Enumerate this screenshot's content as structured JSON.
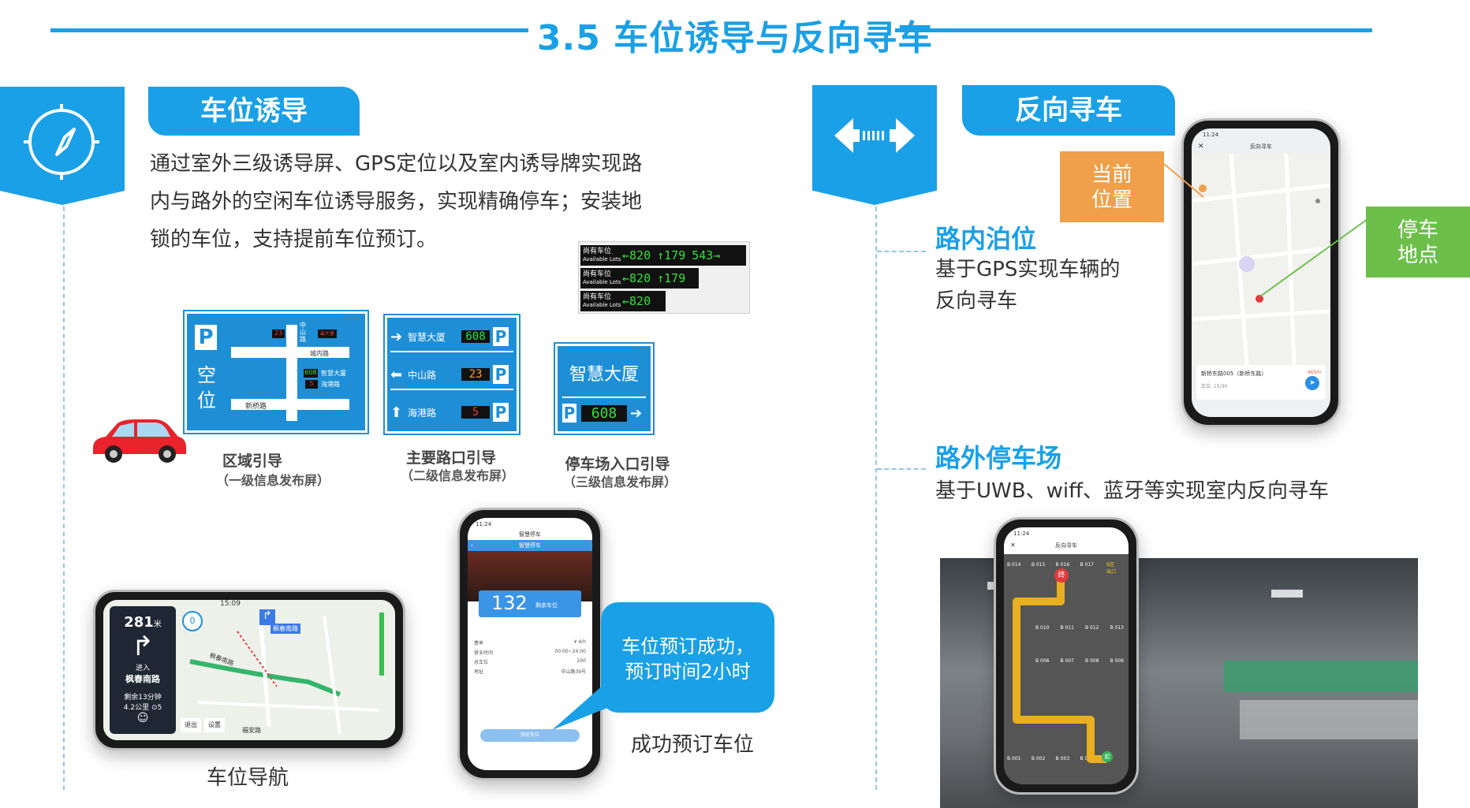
{
  "page_title": "3.5 车位诱导与反向寻车",
  "left": {
    "tag": "车位诱导",
    "desc_lines": [
      "通过室外三级诱导屏、GPS定位以及室内诱导牌实现路",
      "内与路外的空闲车位诱导服务，实现精确停车；安装地",
      "锁的车位，支持提前车位预订。"
    ],
    "led_screen": {
      "label_cn": "尚有车位",
      "label_en": "Available Lots",
      "rows": [
        [
          "←820",
          "↑179",
          "543→"
        ],
        [
          "←820",
          "↑179"
        ],
        [
          "←820"
        ]
      ]
    },
    "sign1": {
      "p": "P",
      "vertical": "空\n位",
      "zhongshan": "中\n山\n路",
      "num23": "23",
      "led_red": "最大量",
      "chengnan": "城内路",
      "zhihui": "智慧大厦",
      "num608": "608",
      "haigang": "海港路",
      "num5": "5",
      "xinqiao": "新桥路"
    },
    "sign2": {
      "rows": [
        {
          "arrow": "➔",
          "name": "智慧大厦",
          "num": "608",
          "p": "P"
        },
        {
          "arrow": "⬅",
          "name": "中山路",
          "num": "23",
          "p": "P"
        },
        {
          "arrow": "⬆",
          "name": "海港路",
          "num": "5",
          "p": "P"
        }
      ]
    },
    "sign3": {
      "name": "智慧大厦",
      "p": "P",
      "num": "608",
      "arrow": "➔"
    },
    "captions": [
      {
        "title": "区域引导",
        "sub": "（一级信息发布屏）"
      },
      {
        "title": "主要路口引导",
        "sub": "（二级信息发布屏）"
      },
      {
        "title": "停车场入口引导",
        "sub": "（三级信息发布屏）"
      }
    ],
    "nav_phone": {
      "time": "15:09",
      "distance": "281",
      "unit": "米",
      "enter": "进入",
      "road": "枫春南路",
      "remain": "剩余13分钟",
      "remain2": "4.2公里 ⊙5",
      "speed": "0",
      "exit": "退出",
      "settings": "设置",
      "map_road": "枫春南路",
      "map_label": "福安路",
      "poi": "枫春南路"
    },
    "nav_caption": "车位导航",
    "booking_phone": {
      "time": "11:24",
      "app": "智慧停车",
      "back": "‹",
      "nav_title": "智慧停车",
      "count": "132",
      "count_label": "剩余车位",
      "rows": [
        [
          "费率",
          "¥ 4/h"
        ],
        [
          "营业时间",
          "00:00~24:00"
        ],
        [
          "总车位",
          "200"
        ],
        [
          "地址",
          "中山路39号"
        ]
      ],
      "button": "预定车位"
    },
    "callout": "车位预订成功，\n预订时间2小时",
    "booking_caption": "成功预订车位"
  },
  "right": {
    "tag": "反向寻车",
    "onroad_title": "路内泊位",
    "onroad_desc": [
      "基于GPS实现车辆的",
      "反向寻车"
    ],
    "current_label": "当前\n位置",
    "park_label": "停车\n地点",
    "map_phone": {
      "time": "11:24",
      "title": "反向寻车",
      "addr": "新桥东路005（新桥东路）",
      "dist": "465m",
      "slot": "车位: 15/30"
    },
    "offroad_title": "路外停车场",
    "offroad_desc": "基于UWB、wiff、蓝牙等实现室内反向寻车",
    "indoor_phone": {
      "time": "11:24",
      "title": "反向寻车",
      "end": "终",
      "start": "起",
      "zone": "B区\n出口",
      "slots_top": [
        "B 014",
        "B 015",
        "B 016",
        "B 017"
      ],
      "slots_mid1": [
        "B 010",
        "B 011",
        "B 012",
        "B 013"
      ],
      "slots_mid2": [
        "B 006",
        "B 007",
        "B 008",
        "B 009"
      ],
      "slots_bot": [
        "B 001",
        "B 002",
        "B 003",
        "B 004"
      ]
    }
  },
  "colors": {
    "accent": "#1aa0e6",
    "orange": "#f0a04b",
    "green": "#6cc04a"
  }
}
